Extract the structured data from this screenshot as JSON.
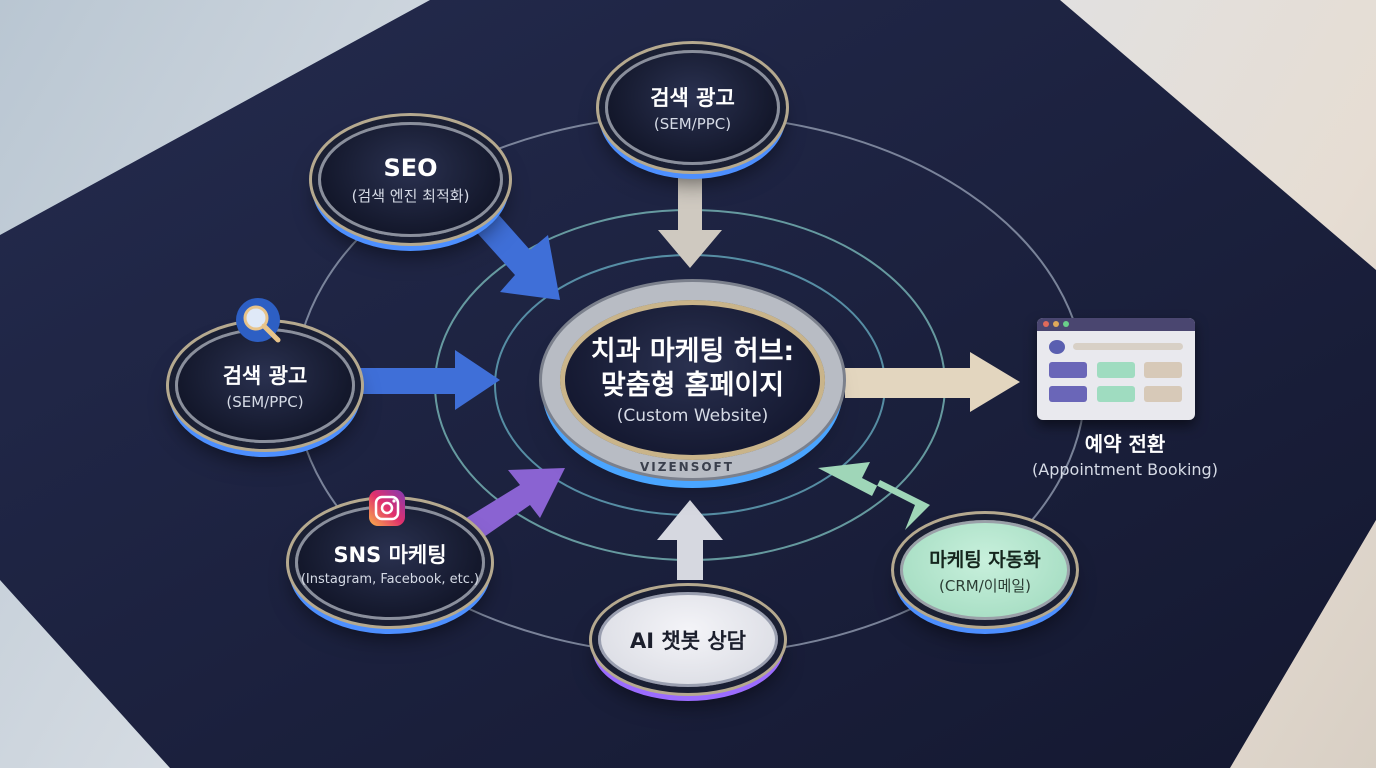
{
  "hub": {
    "title_line1": "치과 마케팅 허브:",
    "title_line2": "맞춤형 홈페이지",
    "subtitle": "(Custom Website)",
    "brand": "VIZENSOFT"
  },
  "nodes": {
    "top": {
      "title": "검색 광고",
      "subtitle": "(SEM/PPC)"
    },
    "seo": {
      "title": "SEO",
      "subtitle": "(검색 엔진 최적화)"
    },
    "left": {
      "title": "검색 광고",
      "subtitle": "(SEM/PPC)"
    },
    "sns": {
      "title": "SNS 마케팅",
      "subtitle": "(Instagram, Facebook, etc.)"
    },
    "ai": {
      "title": "AI 챗봇 상담"
    },
    "automation": {
      "title": "마케팅 자동화",
      "subtitle": "(CRM/이메일)"
    }
  },
  "output": {
    "title": "예약 전환",
    "subtitle": "(Appointment Booking)"
  },
  "colors": {
    "board": "#1b2140",
    "blue_arrow": "#3f6fd8",
    "purple_arrow": "#8a63d2",
    "mint_arrow": "#9fd6b8",
    "beige_arrow": "#e3d6bf"
  }
}
